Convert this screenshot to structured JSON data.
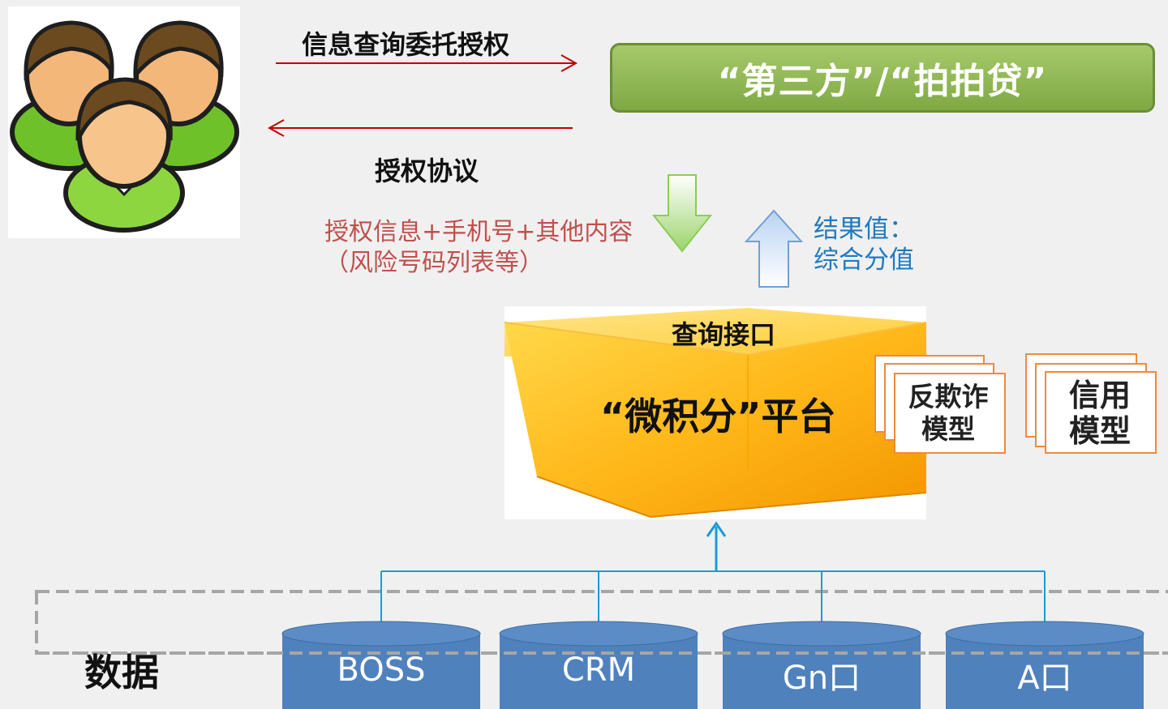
{
  "users": {
    "icon": "users-group-icon"
  },
  "request_label": "信息查询委托授权",
  "agreement_label": "授权协议",
  "third_party": "“第三方”/“拍拍贷”",
  "input_info": {
    "line1": "授权信息+手机号+其他内容",
    "line2": "（风险号码列表等）"
  },
  "result": {
    "line1": "结果值：",
    "line2": "综合分值"
  },
  "platform": {
    "query_interface": "查询接口",
    "name": "“微积分”平台"
  },
  "models": {
    "anti_fraud_line1": "反欺诈",
    "anti_fraud_line2": "模型",
    "credit_line1": "信用",
    "credit_line2": "模型"
  },
  "data_label": "数据",
  "databases": [
    "BOSS",
    "CRM",
    "Gn口",
    "A口"
  ],
  "colors": {
    "request_arrow": "#c00000",
    "input_text": "#c0504d",
    "result_text": "#1f7ac0",
    "third_party_fill": "#8db254",
    "model_border": "#f08a3c",
    "db_fill": "#4f81bd",
    "connector": "#1a9bd7"
  }
}
